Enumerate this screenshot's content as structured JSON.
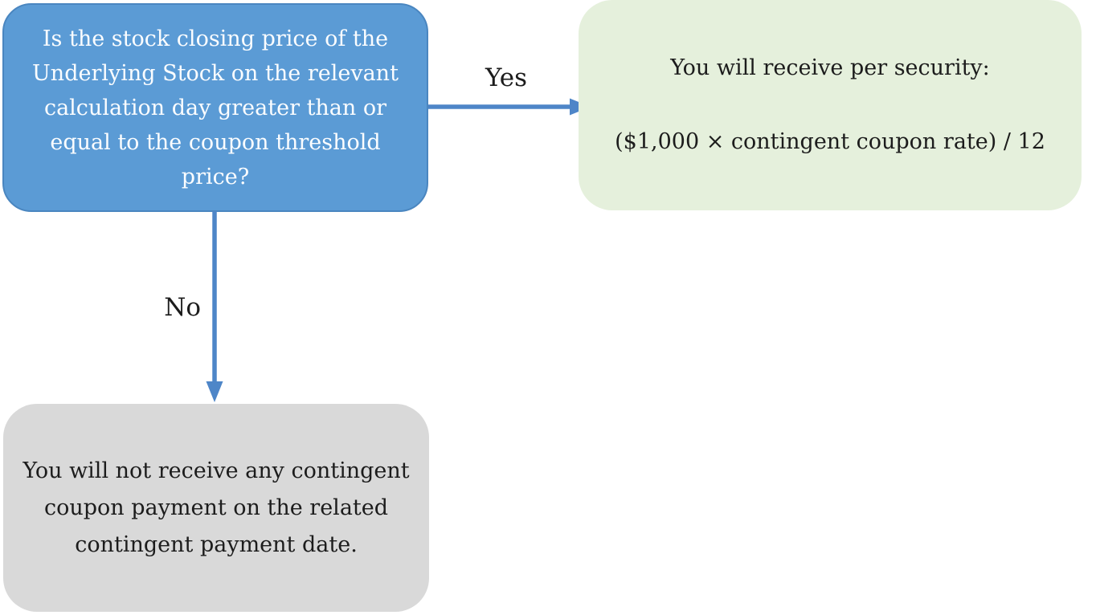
{
  "colors": {
    "background": "#ffffff",
    "decision_fill": "#5b9bd5",
    "decision_border": "#4a86c0",
    "decision_text": "#fbfdff",
    "yes_fill": "#e5f0dc",
    "no_fill": "#d9d9d9",
    "outcome_text": "#1c1c1c",
    "arrow": "#4e86c8"
  },
  "flowchart": {
    "decision_box": {
      "lines": [
        "Is the stock closing price of the",
        "Underlying Stock on the relevant",
        "calculation day greater than or",
        "equal to the coupon threshold",
        "price?"
      ]
    },
    "yes_label": "Yes",
    "no_label": "No",
    "yes_outcome_box": {
      "intro": "You will receive per security:",
      "formula": "($1,000 × contingent coupon rate) / 12"
    },
    "no_outcome_box": {
      "lines": [
        "You will not receive any contingent",
        "coupon payment on the related",
        "contingent payment date."
      ]
    }
  }
}
